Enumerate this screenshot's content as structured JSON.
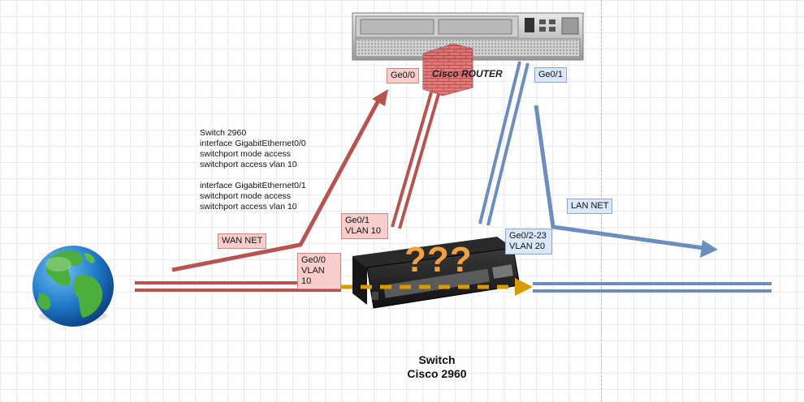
{
  "router": {
    "label": "Cisco ROUTER",
    "ports": {
      "wan": "Ge0/0",
      "lan": "Ge0/1"
    }
  },
  "switch": {
    "caption_line1": "Switch",
    "caption_line2": "Cisco 2960",
    "unknown_mark": "???"
  },
  "labels": {
    "wan_net": "WAN NET",
    "lan_net": "LAN NET",
    "sw_ge00_port": "Ge0/0",
    "sw_ge00_vlan": "VLAN 10",
    "sw_ge01_port": "Ge0/1",
    "sw_ge01_vlan": "VLAN 10",
    "sw_ge0223_port": "Ge0/2-23",
    "sw_ge0223_vlan": "VLAN 20"
  },
  "config": [
    "Switch 2960",
    "interface GigabitEthernet0/0",
    "switchport mode access",
    "switchport access vlan 10",
    "",
    "interface GigabitEthernet0/1",
    "switchport mode access",
    "switchport access vlan 10"
  ],
  "colors": {
    "wan": "#b85450",
    "lan": "#6c8ebf",
    "flow": "#d79b00"
  },
  "icons": [
    "globe-icon",
    "router-device-icon",
    "firewall-icon",
    "switch-device-icon"
  ]
}
